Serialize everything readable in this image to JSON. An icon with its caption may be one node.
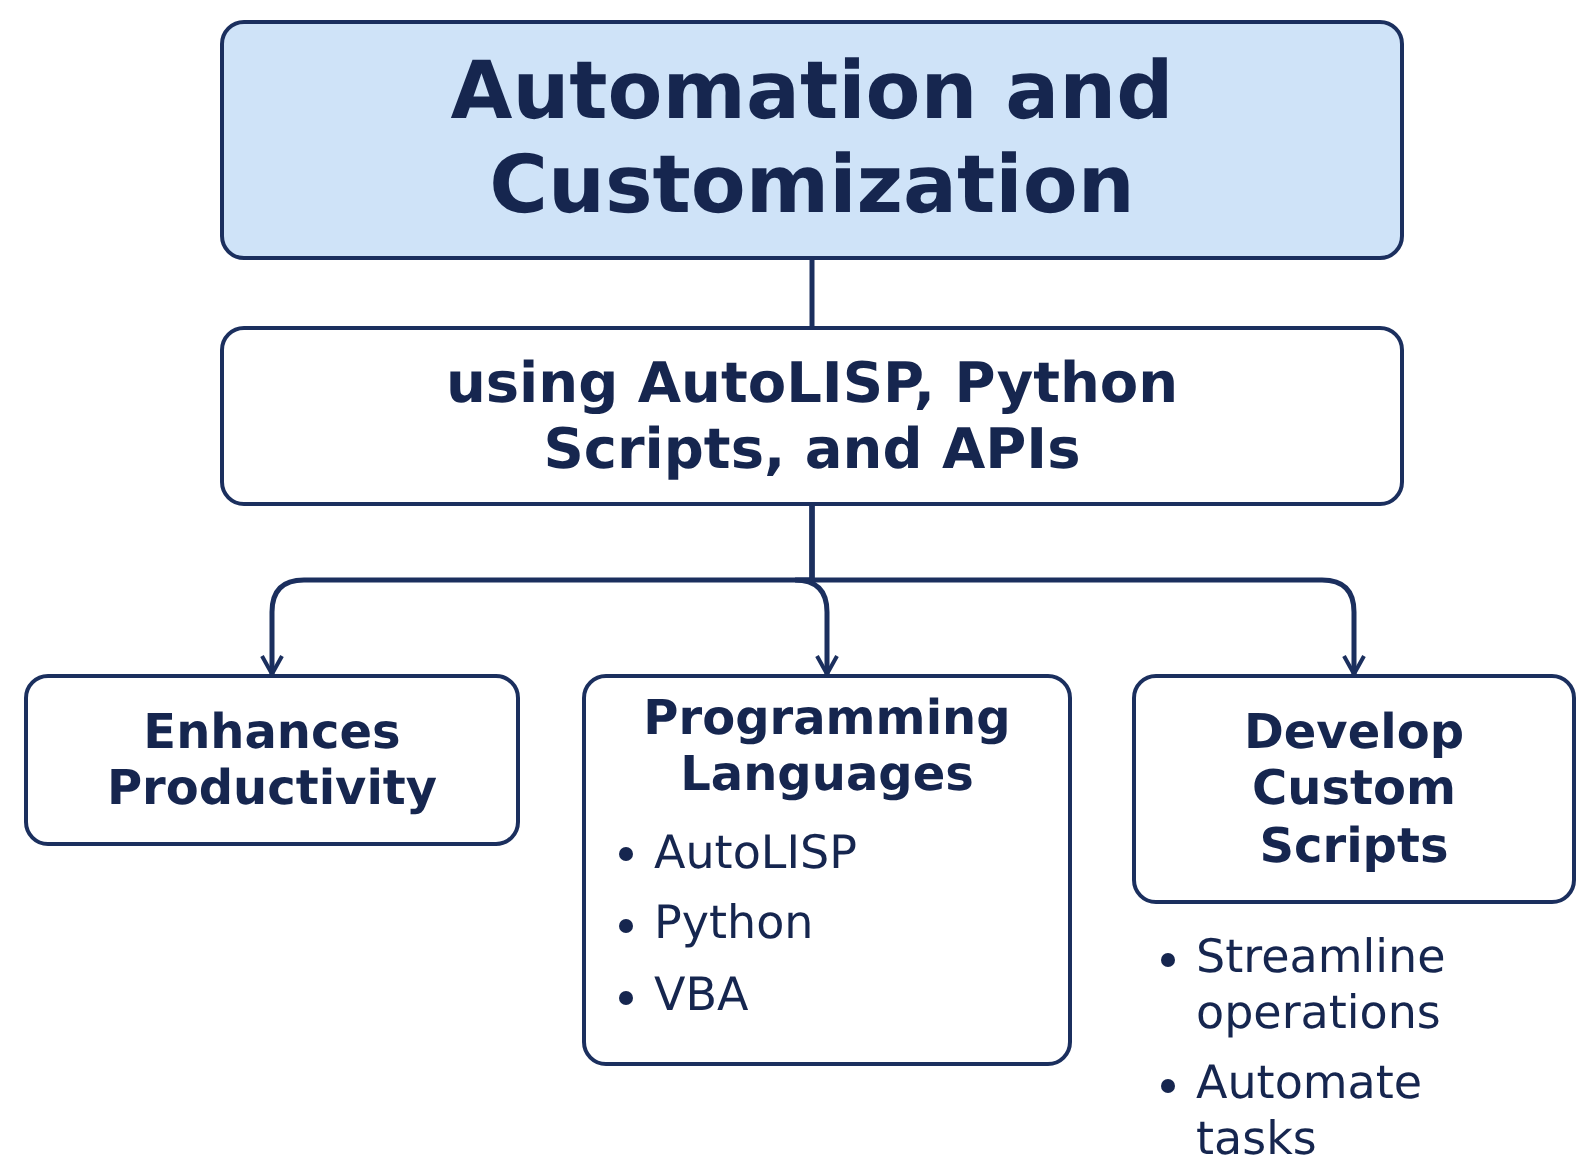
{
  "diagram": {
    "nodes": [
      {
        "text": [
          "Automation and Customization"
        ]
      },
      {
        "text": [
          "using AutoLISP, Python Scripts, and APIs"
        ]
      },
      {
        "text": [
          "Enhances Productivity"
        ]
      },
      {
        "text": [
          "Programming Languages",
          "AutoLISP",
          "Python",
          "VBA"
        ]
      },
      {
        "text": [
          "Develop Custom Scripts"
        ],
        "beside": [
          "Streamline operations",
          "Automate tasks"
        ]
      }
    ],
    "edges": [
      {
        "from": 0,
        "to": 1,
        "arrow": "none"
      },
      {
        "from": 1,
        "to": 2,
        "arrow": "to"
      },
      {
        "from": 1,
        "to": 3,
        "arrow": "to"
      },
      {
        "from": 1,
        "to": 4,
        "arrow": "to"
      }
    ]
  }
}
